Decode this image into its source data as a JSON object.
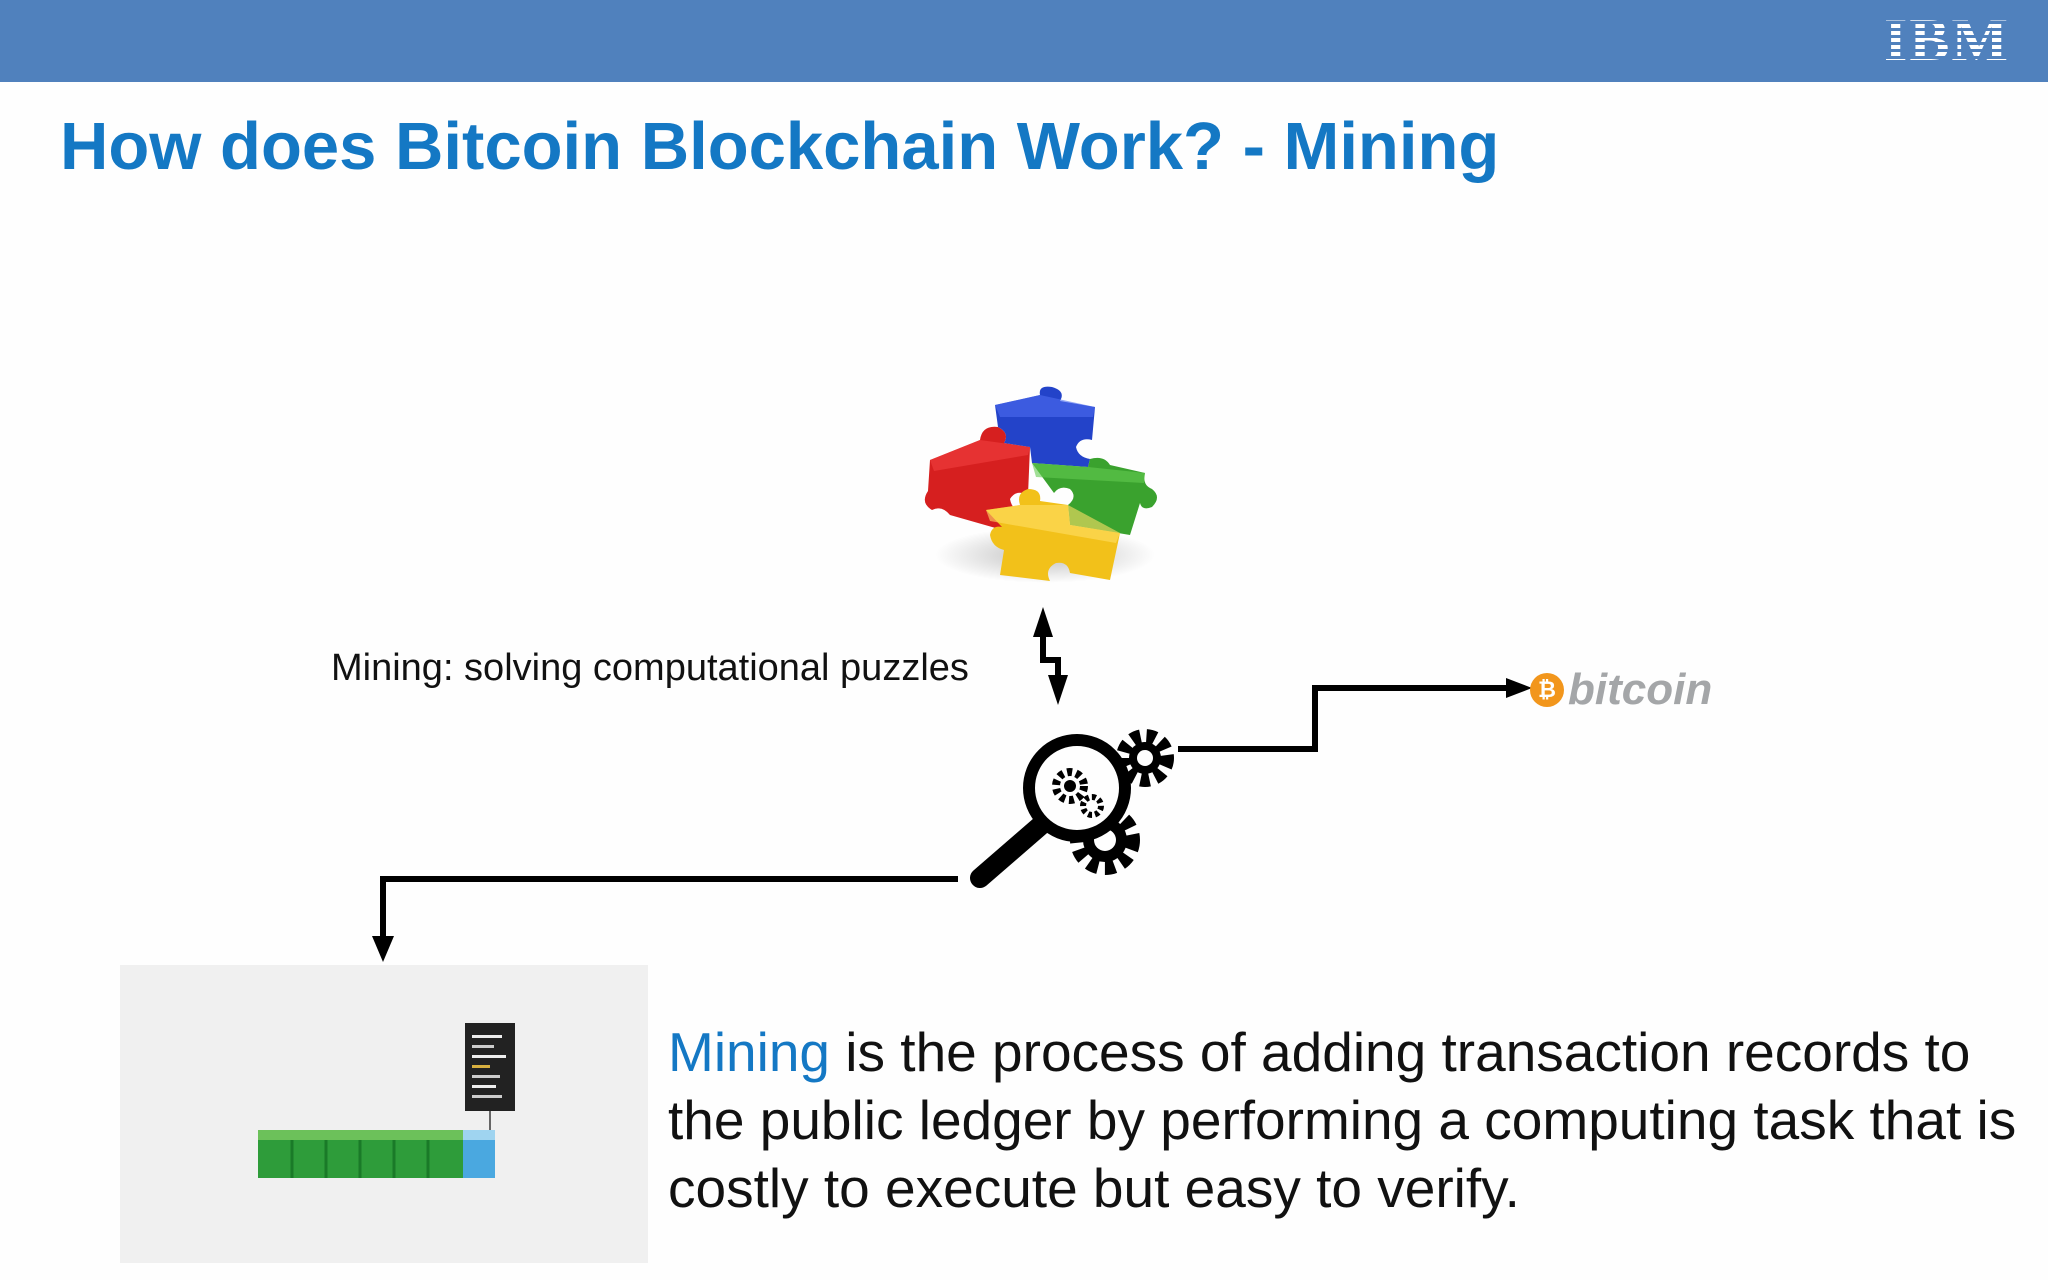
{
  "header": {
    "logo_text": "IBM",
    "bar_color": "#5081bd"
  },
  "slide": {
    "title": "How does Bitcoin Blockchain Work? - Mining",
    "title_color": "#1478c4"
  },
  "diagram": {
    "mining_caption": "Mining: solving computational puzzles",
    "bitcoin_logo_symbol": "₿",
    "bitcoin_logo_text": "bitcoin",
    "bitcoin_color": "#f2961c",
    "icons": [
      "puzzle-pieces-icon",
      "magnifier-gears-icon",
      "blockchain-icon",
      "document-icon"
    ]
  },
  "definition": {
    "term": "Mining",
    "rest": " is the process of adding transaction records to the public ledger by performing a computing task that is costly to execute but easy to verify."
  }
}
